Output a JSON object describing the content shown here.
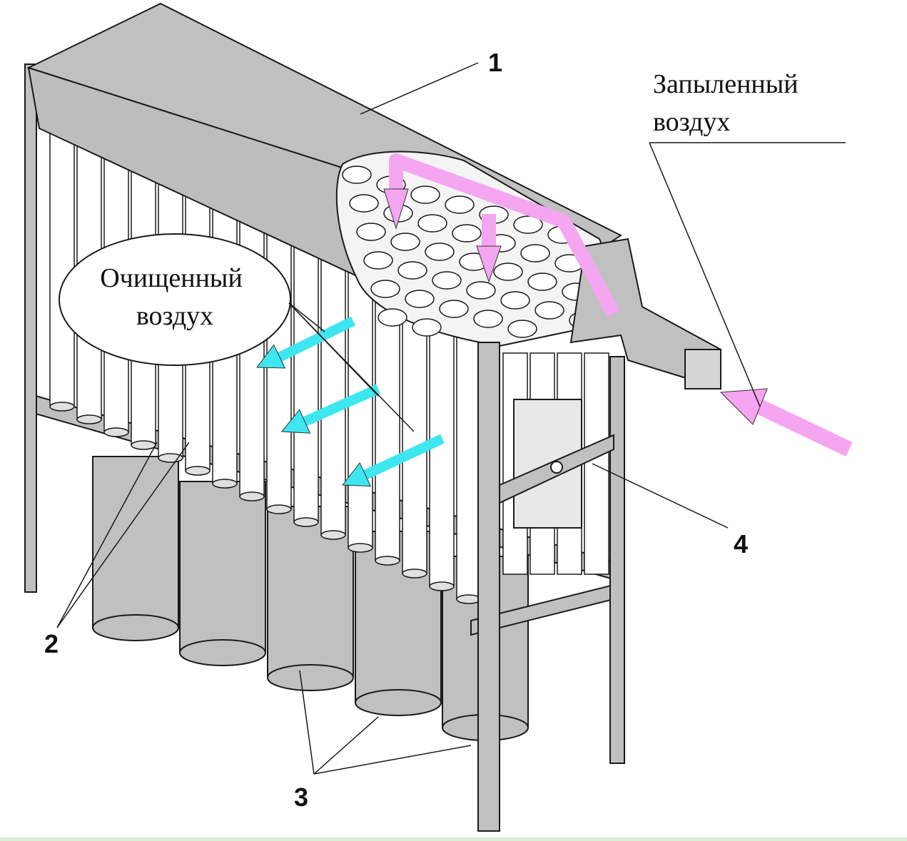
{
  "labels": {
    "n1": "1",
    "n2": "2",
    "n3": "3",
    "n4": "4",
    "dusty_air_line1": "Запыленный",
    "dusty_air_line2": "воздух",
    "clean_air_line1": "Очищенный",
    "clean_air_line2": "воздух"
  },
  "colors": {
    "housing": "#c0c0c0",
    "filter": "#ffffff",
    "dust_flow": "#f4a6f0",
    "clean_flow": "#3ee6ef",
    "outline": "#1a1a1a"
  }
}
